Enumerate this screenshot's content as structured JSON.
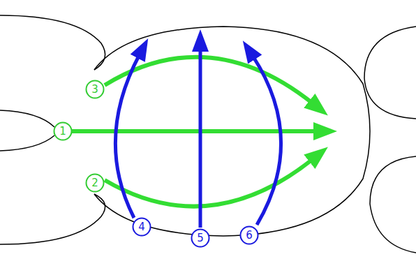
{
  "diagram": {
    "nodes": [
      {
        "text": [
          "3"
        ]
      },
      {
        "text": [
          "1"
        ]
      },
      {
        "text": [
          "2"
        ]
      },
      {
        "text": [
          "4"
        ]
      },
      {
        "text": [
          "5"
        ]
      },
      {
        "text": [
          "6"
        ]
      }
    ]
  }
}
